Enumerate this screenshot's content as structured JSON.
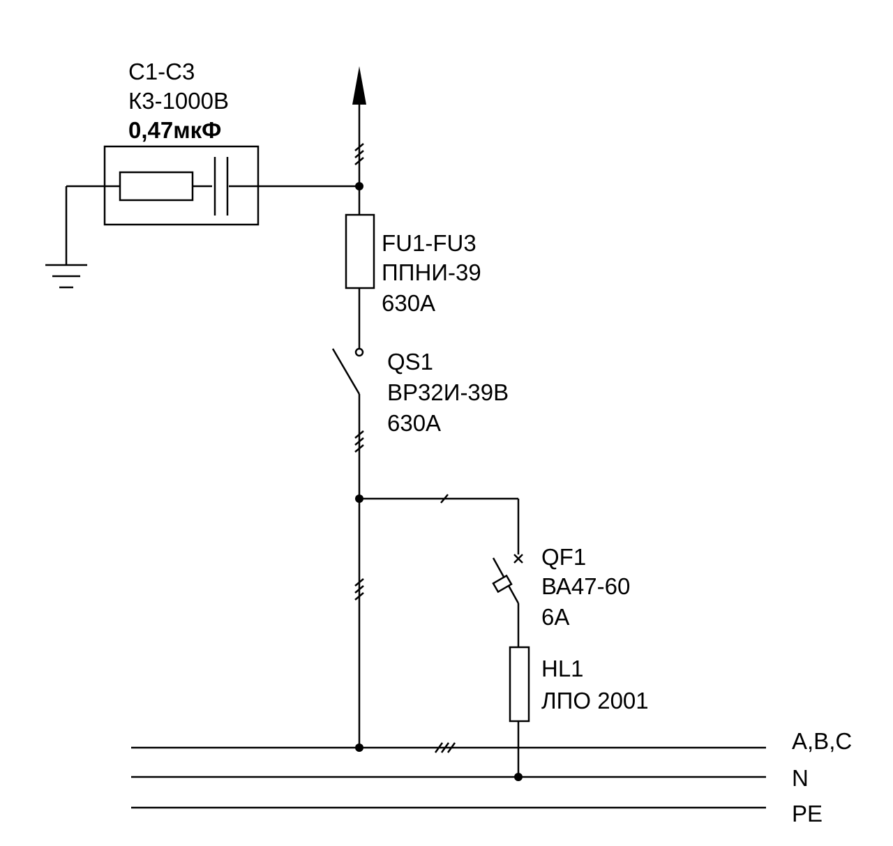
{
  "capacitor": {
    "designation": "C1-C3",
    "type": "К3-1000В",
    "value": "0,47мкФ"
  },
  "fuse": {
    "designation": "FU1-FU3",
    "type": "ППНИ-39",
    "rating": "630A"
  },
  "switch": {
    "designation": "QS1",
    "type": "ВР32И-39В",
    "rating": "630A"
  },
  "breaker": {
    "designation": "QF1",
    "type": "ВА47-60",
    "rating": "6A"
  },
  "lamp": {
    "designation": "HL1",
    "type": "ЛПО 2001"
  },
  "buses": {
    "phases": "A,B,C",
    "neutral": "N",
    "protective_earth": "PE"
  }
}
